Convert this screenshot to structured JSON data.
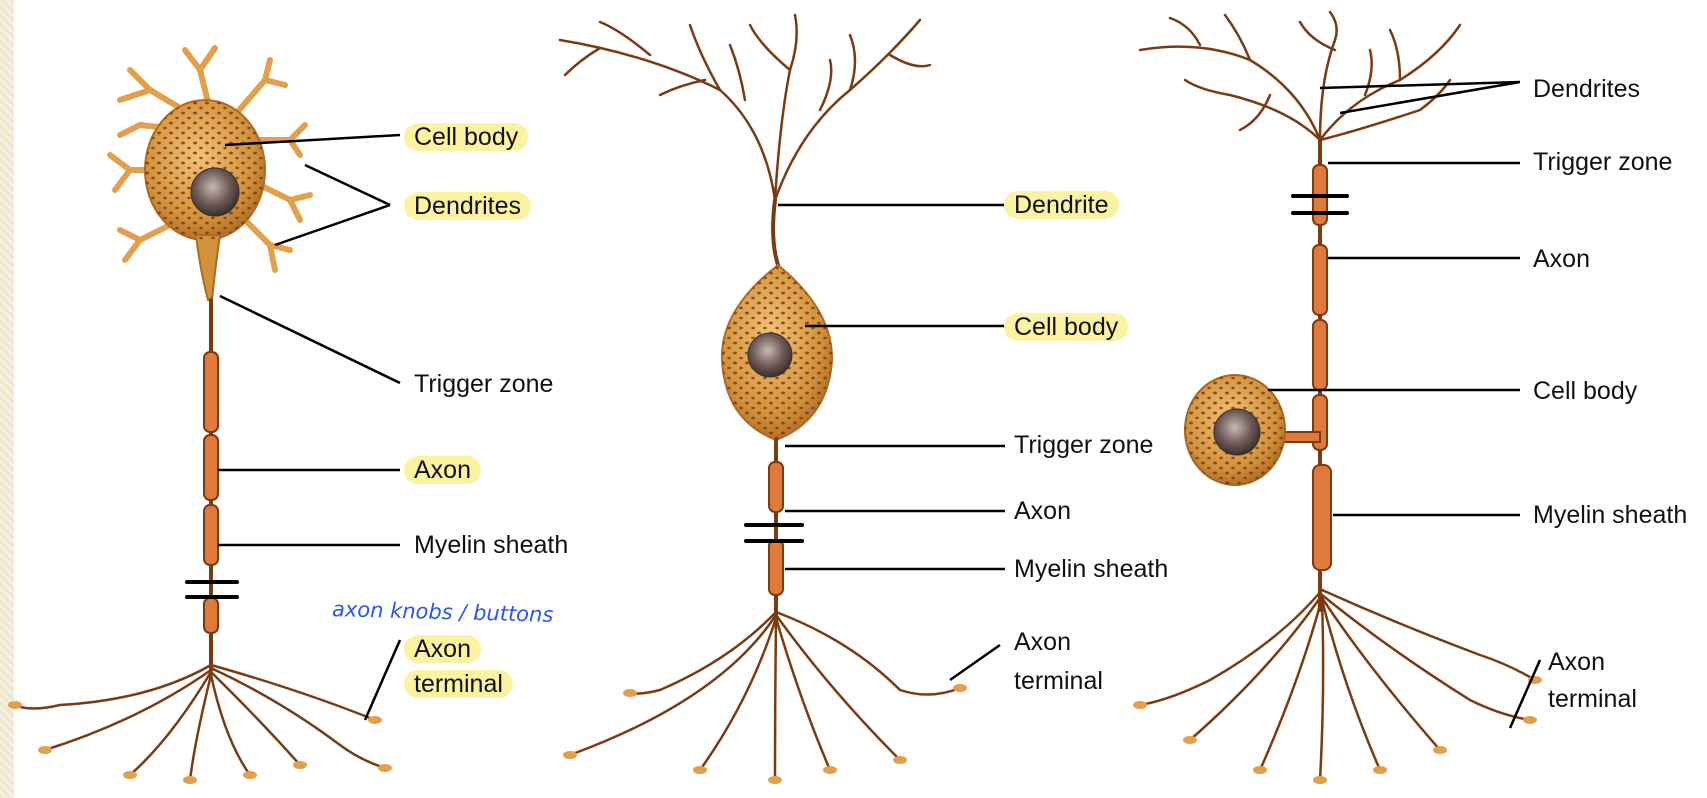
{
  "neuron_left": {
    "labels": {
      "cell_body": "Cell body",
      "dendrites": "Dendrites",
      "trigger_zone": "Trigger zone",
      "axon": "Axon",
      "myelin_sheath": "Myelin sheath",
      "axon_terminal_line1": "Axon",
      "axon_terminal_line2": "terminal"
    },
    "handwritten_note": "axon knobs / buttons"
  },
  "neuron_middle": {
    "labels": {
      "dendrite": "Dendrite",
      "cell_body": "Cell body",
      "trigger_zone": "Trigger zone",
      "axon": "Axon",
      "myelin_sheath": "Myelin sheath",
      "axon_terminal_line1": "Axon",
      "axon_terminal_line2": "terminal"
    }
  },
  "neuron_right": {
    "labels": {
      "dendrites": "Dendrites",
      "trigger_zone": "Trigger zone",
      "axon": "Axon",
      "cell_body": "Cell body",
      "myelin_sheath": "Myelin sheath",
      "axon_terminal_line1": "Axon",
      "axon_terminal_line2": "terminal"
    }
  },
  "colors": {
    "fiber": "#7a3b12",
    "myelin": "#e07a3c",
    "cell": "#d2913a",
    "highlight": "#fbf3a2",
    "note": "#2b56e8"
  }
}
